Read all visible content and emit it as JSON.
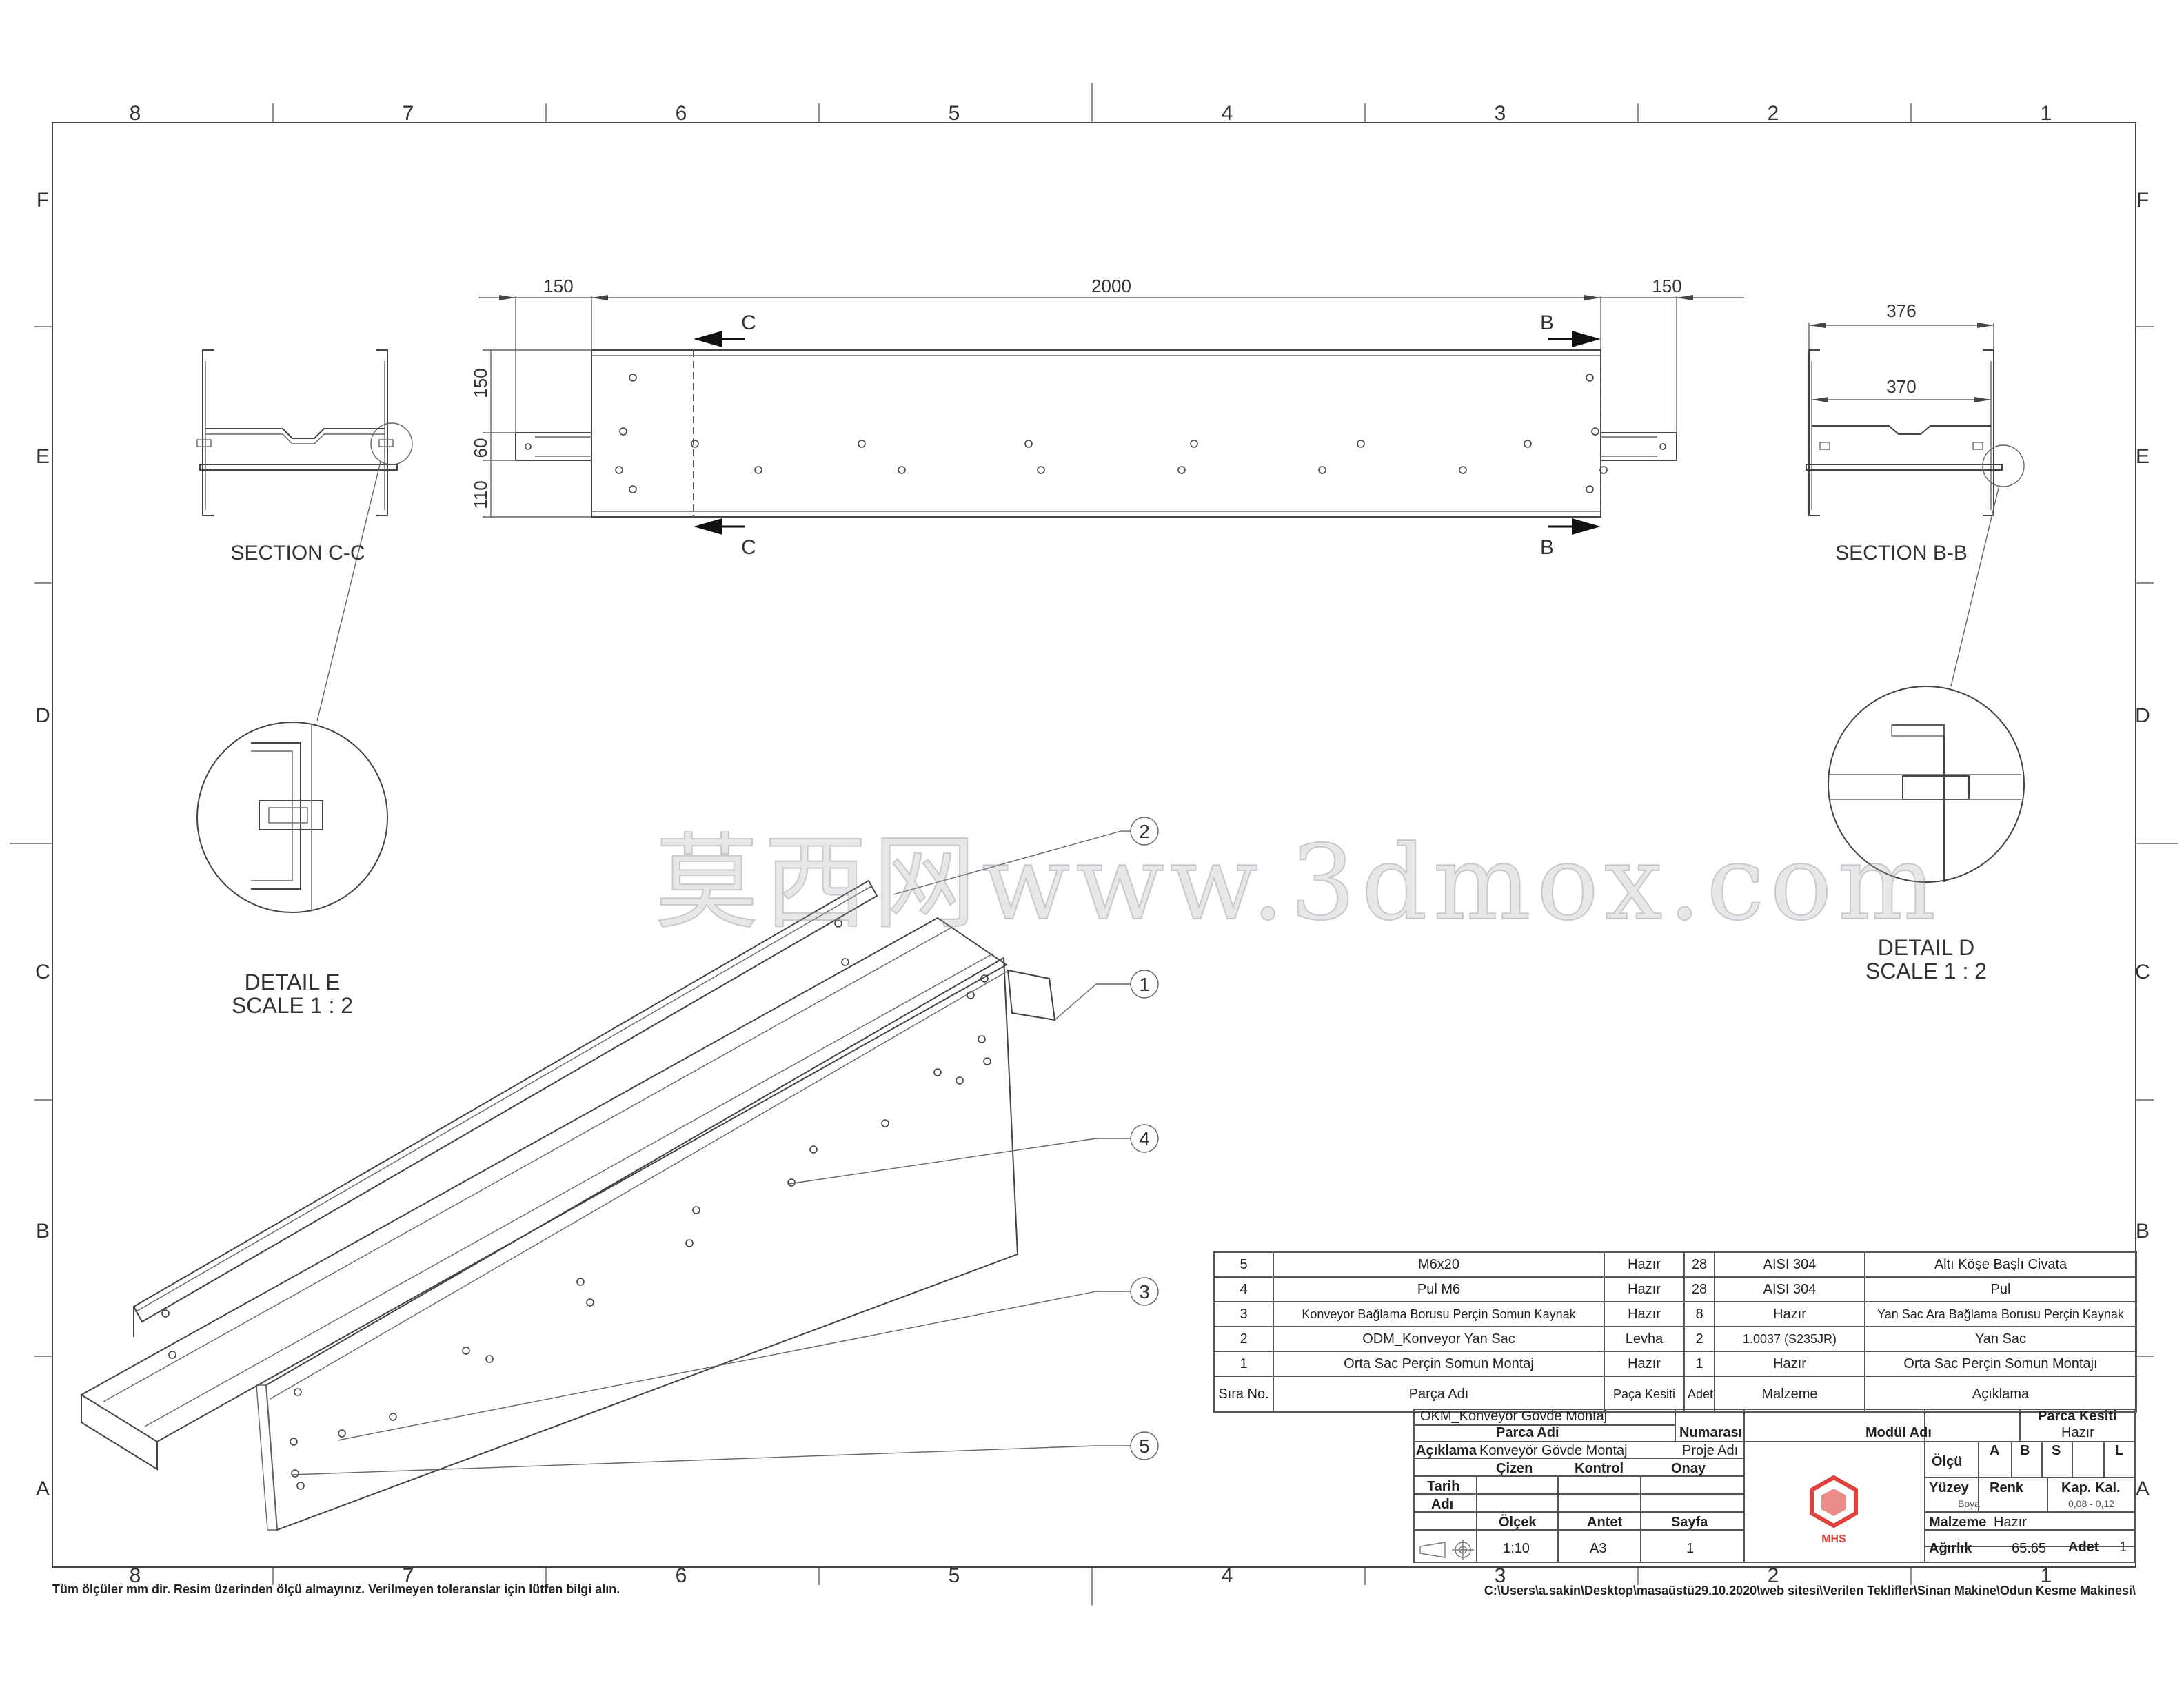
{
  "border": {
    "top_zones": [
      "8",
      "7",
      "6",
      "5",
      "4",
      "3",
      "2",
      "1"
    ],
    "side_zones": [
      "F",
      "E",
      "D",
      "C",
      "B",
      "A"
    ]
  },
  "top_view": {
    "dims": {
      "left": "150",
      "middle": "2000",
      "right": "150",
      "h1": "150",
      "h2": "60",
      "h3": "110"
    },
    "cut_left": "C",
    "cut_right": "B"
  },
  "section_cc": {
    "title": "SECTION C-C"
  },
  "section_bb": {
    "title": "SECTION B-B",
    "dim_outer": "376",
    "dim_inner": "370"
  },
  "detail_e": {
    "title": "DETAIL E",
    "scale": "SCALE 1 : 2"
  },
  "detail_d": {
    "title": "DETAIL D",
    "scale": "SCALE 1 : 2"
  },
  "balloons": [
    "2",
    "1",
    "4",
    "3",
    "5"
  ],
  "watermark": "莫西网www.3dmox.com",
  "bom": {
    "rows": [
      {
        "no": "5",
        "name": "M6x20",
        "section": "Hazır",
        "qty": "28",
        "material": "AISI 304",
        "desc": "Altı Köşe Başlı Civata"
      },
      {
        "no": "4",
        "name": "Pul M6",
        "section": "Hazır",
        "qty": "28",
        "material": "AISI 304",
        "desc": "Pul"
      },
      {
        "no": "3",
        "name": "Konveyor Bağlama Borusu Perçin Somun Kaynak",
        "section": "Hazır",
        "qty": "8",
        "material": "Hazır",
        "desc": "Yan Sac Ara Bağlama Borusu Perçin Kaynak"
      },
      {
        "no": "2",
        "name": "ODM_Konveyor Yan Sac",
        "section": "Levha",
        "qty": "2",
        "material": "1.0037 (S235JR)",
        "desc": "Yan Sac"
      },
      {
        "no": "1",
        "name": "Orta Sac Perçin Somun Montaj",
        "section": "Hazır",
        "qty": "1",
        "material": "Hazır",
        "desc": "Orta Sac Perçin Somun Montajı"
      }
    ],
    "header": {
      "no": "Sıra No.",
      "name": "Parça Adı",
      "section": "Paça Kesiti",
      "qty": "Adet",
      "material": "Malzeme",
      "desc": "Açıklama"
    }
  },
  "title_block": {
    "assembly_name": "OKM_Konveyör Gövde Montaj",
    "part_name_label": "Parca Adi",
    "number_label": "Numarası",
    "module_label": "Modül Adı",
    "section_label": "Parca Kesiti",
    "section_value": "Hazır",
    "description_label": "Açıklama",
    "description_value": "Konveyör Gövde Montaj",
    "project_label": "Proje Adı",
    "drawn_label": "Çizen",
    "check_label": "Kontrol",
    "approve_label": "Onay",
    "date_label": "Tarih",
    "name_label": "Adı",
    "scale_label": "Ölçek",
    "scale_value": "1:10",
    "sheet_size_label": "Antet",
    "sheet_size_value": "A3",
    "page_label": "Sayfa",
    "page_value": "1",
    "measure_label": "Ölçü",
    "measure_cols": [
      "A",
      "B",
      "S",
      "L"
    ],
    "surface_label": "Yüzey",
    "color_label": "Renk",
    "coating_label": "Kap. Kal.",
    "surface_value": "Boya",
    "coating_value": "0,08 - 0,12",
    "material_label": "Malzeme",
    "material_value": "Hazır",
    "weight_label": "Ağırlık",
    "weight_value": "65.65",
    "qty_label": "Adet",
    "qty_value": "1",
    "logo_text": "MHS"
  },
  "footer": {
    "note": "Tüm ölçüler mm dir. Resim üzerinden ölçü almayınız. Verilmeyen toleranslar için lütfen bilgi alın.",
    "path": "C:\\Users\\a.sakin\\Desktop\\masaüstü29.10.2020\\web sitesi\\Verilen Teklifler\\Sinan Makine\\Odun Kesme Makinesi\\"
  },
  "colors": {
    "line": "#444444",
    "logo": "#e0413a",
    "watermark": "#a0a0aa"
  }
}
